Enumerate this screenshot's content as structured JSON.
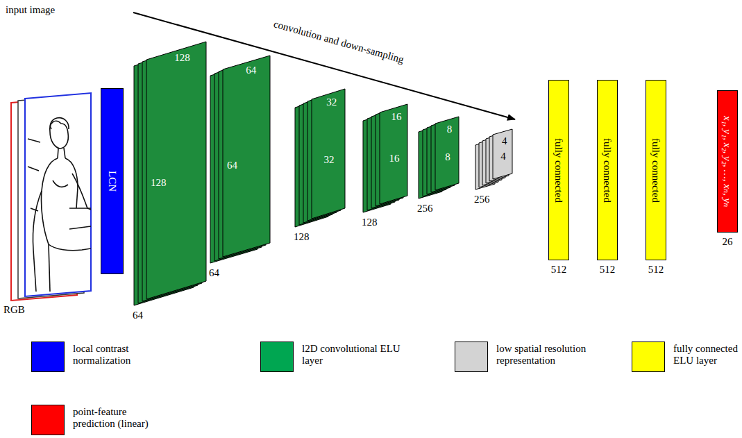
{
  "diagram": {
    "nodes": [
      {
        "text": [
          "LCN"
        ]
      },
      {
        "text": [
          "128",
          "128",
          "64"
        ]
      },
      {
        "text": [
          "64",
          "64",
          "64"
        ]
      },
      {
        "text": [
          "32",
          "32",
          "128"
        ]
      },
      {
        "text": [
          "16",
          "16",
          "128"
        ]
      },
      {
        "text": [
          "8",
          "8",
          "256"
        ]
      },
      {
        "text": [
          "4",
          "4",
          "256"
        ]
      },
      {
        "text": [
          "fully connected",
          "512"
        ]
      },
      {
        "text": [
          "fully connected",
          "512"
        ]
      },
      {
        "text": [
          "fully connected",
          "512"
        ]
      },
      {
        "text": [
          "x₁, y₁, x₂, y₂, …, xₙ, yₙ",
          "26"
        ]
      }
    ],
    "labels": [
      "input image",
      "convolution and down-sampling",
      "RGB"
    ],
    "legend": [
      {
        "text": "local contrast normalization",
        "color": "#0000ff"
      },
      {
        "text": "l2D convolutional ELU layer",
        "color": "#00a651"
      },
      {
        "text": "low spatial resolution representation",
        "color": "#d3d3d3"
      },
      {
        "text": "fully connected ELU layer",
        "color": "#ffff00"
      },
      {
        "text": "point-feature prediction (linear)",
        "color": "#ff0000"
      }
    ]
  }
}
